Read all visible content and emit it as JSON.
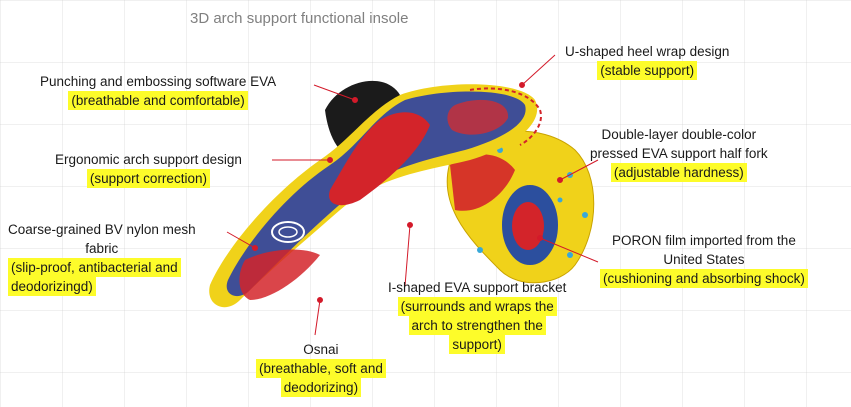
{
  "title": "3D arch support functional insole",
  "colors": {
    "highlight": "#fdfc2a",
    "leader": "#d31a2a",
    "title": "#808080"
  },
  "annotations": [
    {
      "id": "punching",
      "lines": [
        "Punching and embossing software EVA"
      ],
      "highlight": [
        "(breathable and comfortable)"
      ]
    },
    {
      "id": "ergonomic",
      "lines": [
        "Ergonomic arch support design"
      ],
      "highlight": [
        "(support correction)"
      ]
    },
    {
      "id": "mesh",
      "lines": [
        "Coarse-grained BV nylon mesh",
        "fabric"
      ],
      "highlight": [
        "(slip-proof, antibacterial and",
        "deodorizingd)"
      ]
    },
    {
      "id": "osnai",
      "lines": [
        "Osnai"
      ],
      "highlight": [
        "(breathable, soft and",
        "deodorizing)"
      ]
    },
    {
      "id": "ishaped",
      "lines": [
        "I-shaped EVA support bracket"
      ],
      "highlight": [
        "(surrounds and wraps the",
        "arch to strengthen the",
        "support)"
      ]
    },
    {
      "id": "uheel",
      "lines": [
        "U-shaped heel wrap design"
      ],
      "highlight": [
        "(stable support)"
      ]
    },
    {
      "id": "doublelayer",
      "lines": [
        "Double-layer double-color",
        "pressed EVA support half fork"
      ],
      "highlight": [
        "(adjustable hardness)"
      ]
    },
    {
      "id": "poron",
      "lines": [
        "PORON film imported from the",
        "United States"
      ],
      "highlight": [
        "(cushioning and absorbing shock)"
      ]
    }
  ]
}
